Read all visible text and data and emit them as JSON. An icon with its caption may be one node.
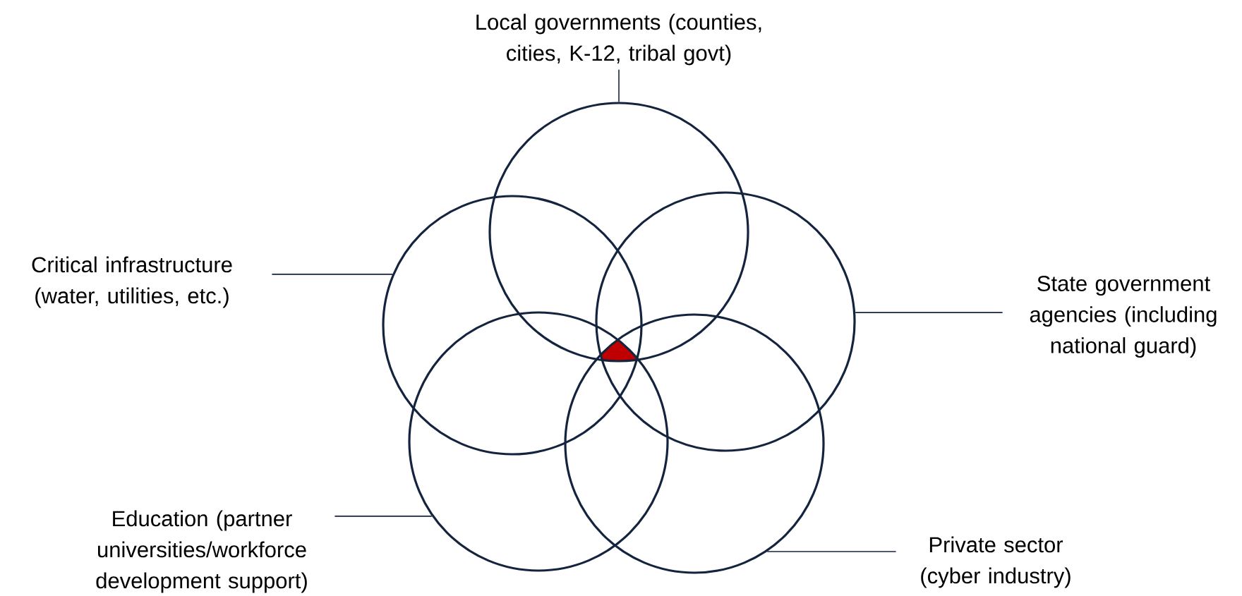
{
  "diagram": {
    "nodes": [
      {
        "text": [
          "Local governments (counties, cities, K-12, tribal govt)"
        ]
      },
      {
        "text": [
          "Critical infrastructure (water, utilities, etc.)"
        ]
      },
      {
        "text": [
          "State government agencies (including national guard)"
        ]
      },
      {
        "text": [
          "Education (partner universities/workforce development support)"
        ]
      },
      {
        "text": [
          "Private sector (cyber industry)"
        ]
      },
      {
        "text": [],
        "shape": "circle"
      },
      {
        "text": [],
        "shape": "circle"
      },
      {
        "text": [],
        "shape": "circle"
      },
      {
        "text": [],
        "shape": "circle"
      },
      {
        "text": [],
        "shape": "circle"
      }
    ],
    "edges": [
      {
        "from": 0,
        "to": 5,
        "arrow": "none"
      },
      {
        "from": 1,
        "to": 6,
        "arrow": "none"
      },
      {
        "from": 2,
        "to": 7,
        "arrow": "none"
      },
      {
        "from": 3,
        "to": 8,
        "arrow": "none"
      },
      {
        "from": 4,
        "to": 9,
        "arrow": "none"
      }
    ]
  }
}
